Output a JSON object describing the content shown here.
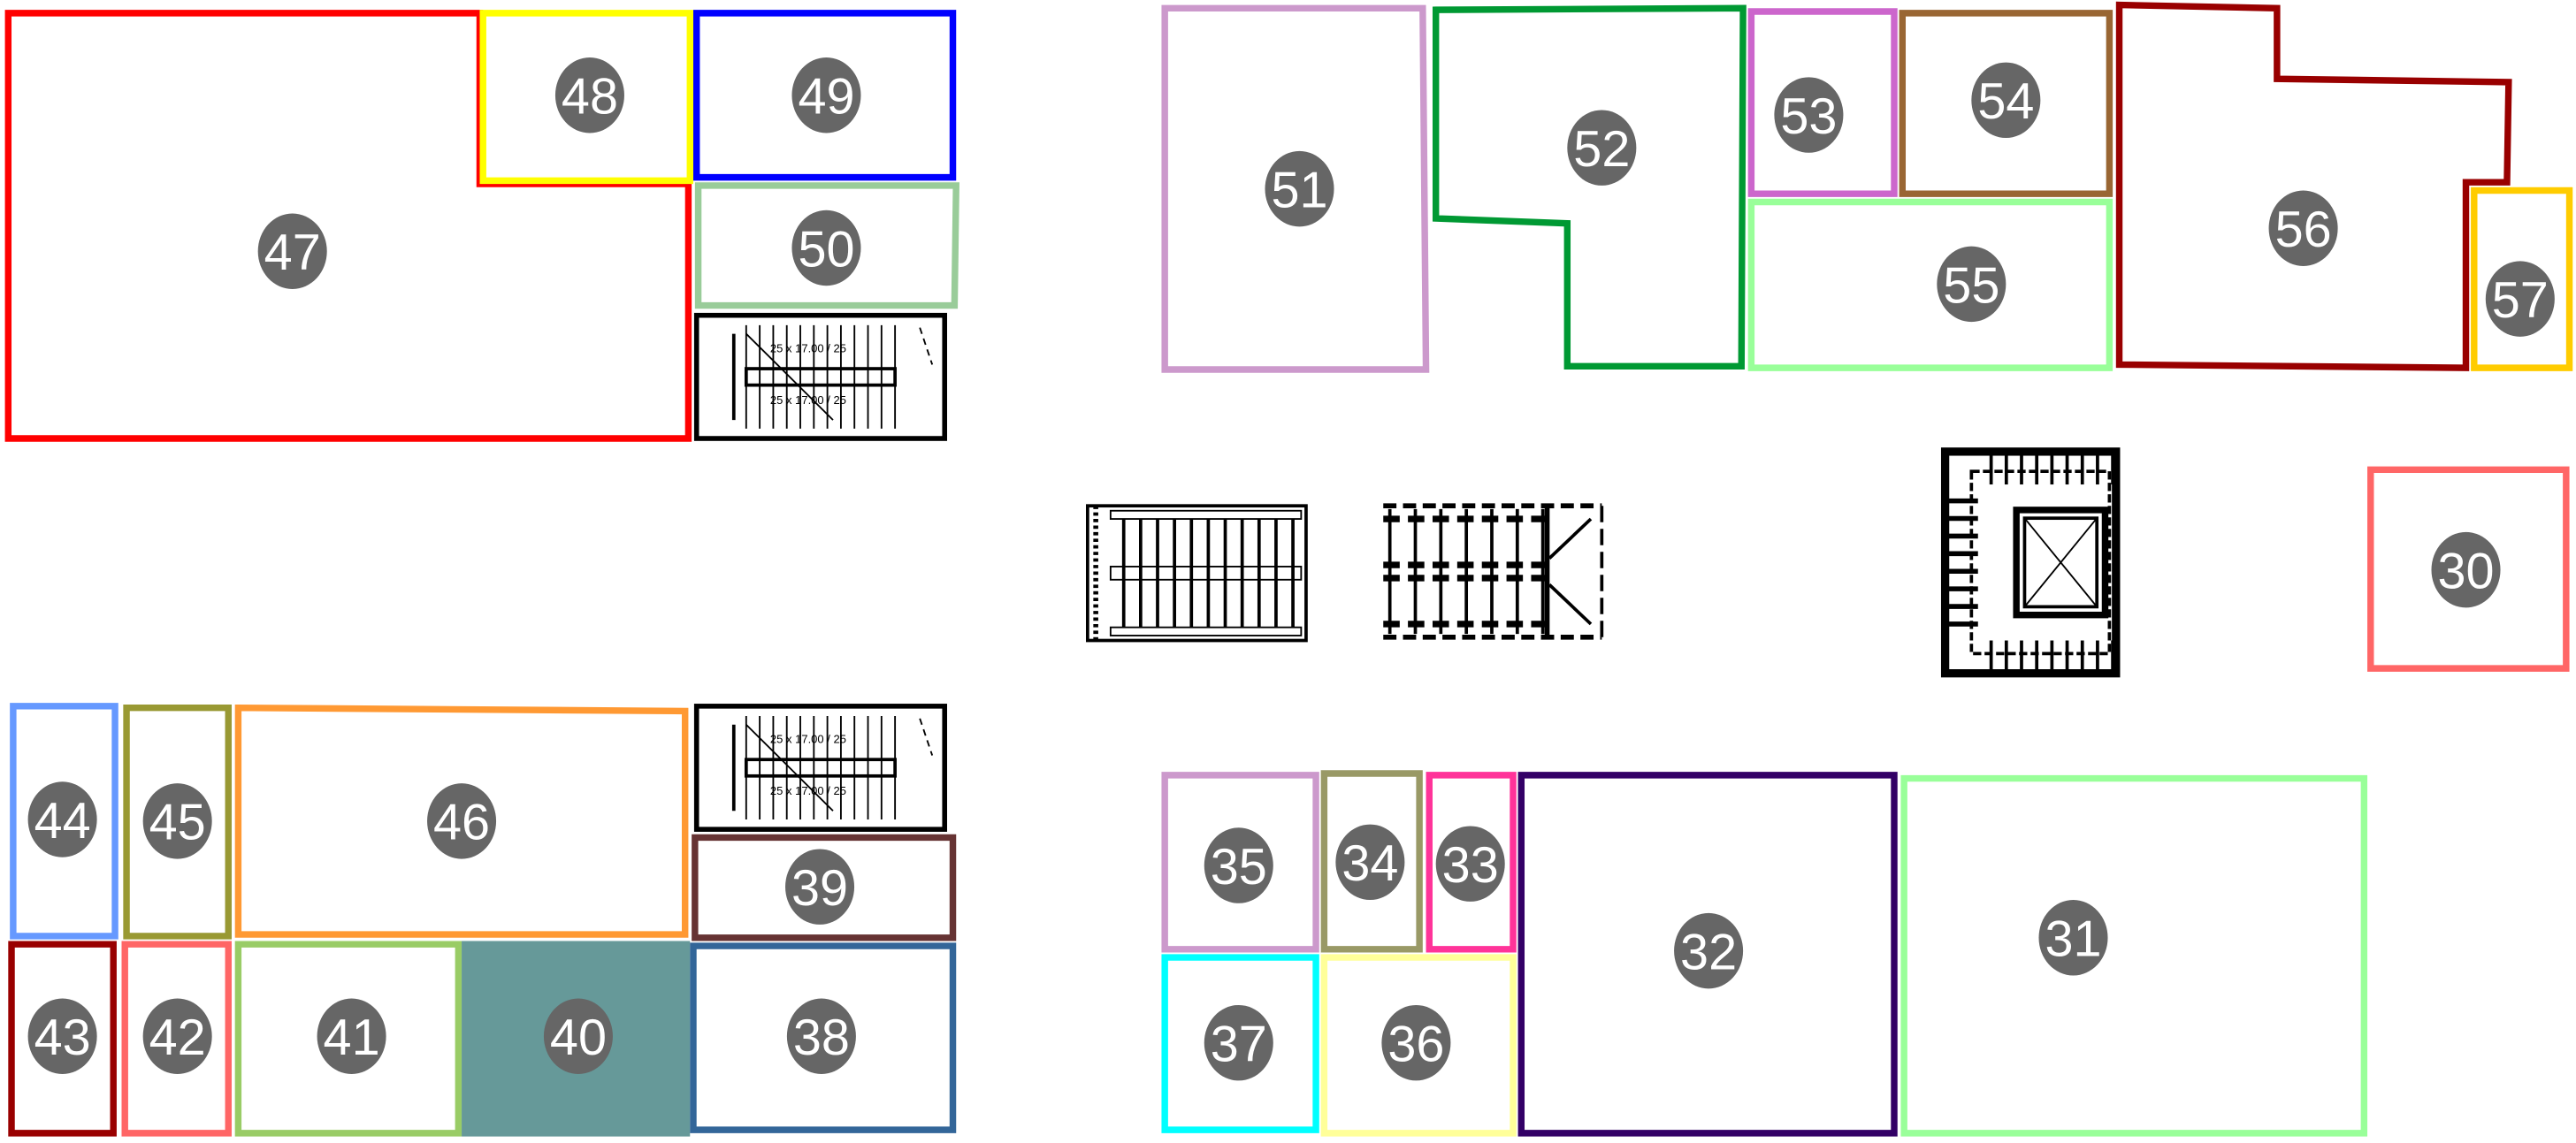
{
  "title": "Floor plan room segmentation",
  "badge_color": "#666666",
  "rooms": [
    {
      "id": "47",
      "color": "#ff0000"
    },
    {
      "id": "48",
      "color": "#ffff00"
    },
    {
      "id": "49",
      "color": "#0000ff"
    },
    {
      "id": "50",
      "color": "#99cc99"
    },
    {
      "id": "51",
      "color": "#cc99cc"
    },
    {
      "id": "52",
      "color": "#009933"
    },
    {
      "id": "53",
      "color": "#cc66cc"
    },
    {
      "id": "54",
      "color": "#996633"
    },
    {
      "id": "55",
      "color": "#99ff99"
    },
    {
      "id": "56",
      "color": "#990000"
    },
    {
      "id": "57",
      "color": "#ffcc00"
    },
    {
      "id": "30",
      "color": "#ff6666"
    },
    {
      "id": "44",
      "color": "#6699ff"
    },
    {
      "id": "45",
      "color": "#999933"
    },
    {
      "id": "46",
      "color": "#ff9933"
    },
    {
      "id": "39",
      "color": "#663333"
    },
    {
      "id": "43",
      "color": "#990000"
    },
    {
      "id": "42",
      "color": "#ff6666"
    },
    {
      "id": "41",
      "color": "#99cc66"
    },
    {
      "id": "40",
      "color": "#669999",
      "filled": true
    },
    {
      "id": "38",
      "color": "#336699"
    },
    {
      "id": "35",
      "color": "#cc99cc"
    },
    {
      "id": "34",
      "color": "#999966"
    },
    {
      "id": "33",
      "color": "#ff3399"
    },
    {
      "id": "32",
      "color": "#330066"
    },
    {
      "id": "31",
      "color": "#99ff99"
    },
    {
      "id": "37",
      "color": "#00ffff"
    },
    {
      "id": "36",
      "color": "#ffff99"
    }
  ],
  "stair_labels": [
    "25 x 17.00 / 25",
    "25 x 17.00 / 25"
  ]
}
